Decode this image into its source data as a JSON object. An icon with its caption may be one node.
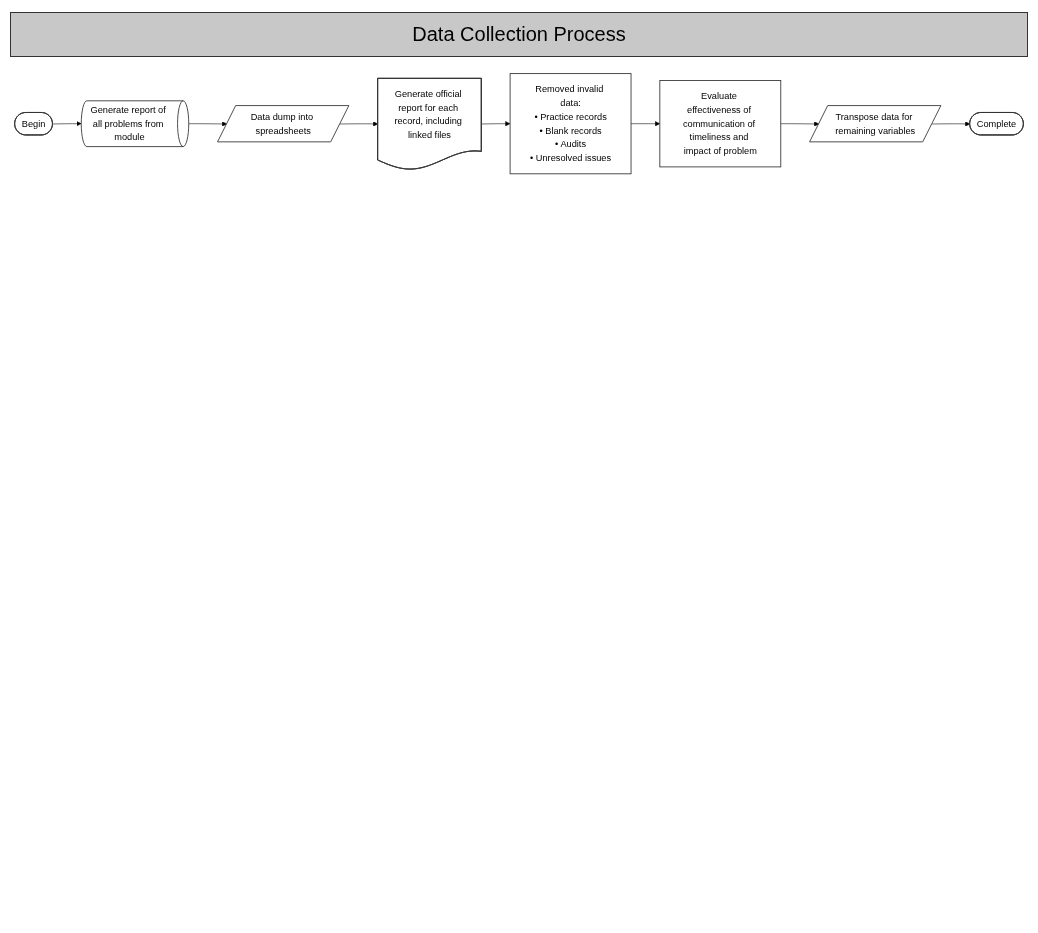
{
  "diagram": {
    "title": "Data Collection Process",
    "nodes": [
      {
        "text": [
          "Begin"
        ]
      },
      {
        "text": [
          "Generate report of all problems from module"
        ]
      },
      {
        "text": [
          "Data dump into spreadsheets"
        ]
      },
      {
        "text": [
          "Generate official report for each record, including linked files"
        ]
      },
      {
        "text": [
          "Removed invalid data:",
          "• Practice records",
          "• Blank records",
          "• Audits",
          "• Unresolved issues"
        ]
      },
      {
        "text": [
          "Evaluate effectiveness of communication of timeliness and impact of problem"
        ]
      },
      {
        "text": [
          "Transpose data for remaining variables"
        ]
      },
      {
        "text": [
          "Complete"
        ]
      }
    ],
    "edges": [
      {
        "from": 0,
        "to": 1,
        "arrow": "to"
      },
      {
        "from": 1,
        "to": 2,
        "arrow": "to"
      },
      {
        "from": 2,
        "to": 3,
        "arrow": "to"
      },
      {
        "from": 3,
        "to": 4,
        "arrow": "to"
      },
      {
        "from": 4,
        "to": 5,
        "arrow": "to"
      },
      {
        "from": 5,
        "to": 6,
        "arrow": "to"
      },
      {
        "from": 6,
        "to": 7,
        "arrow": "to"
      }
    ]
  }
}
